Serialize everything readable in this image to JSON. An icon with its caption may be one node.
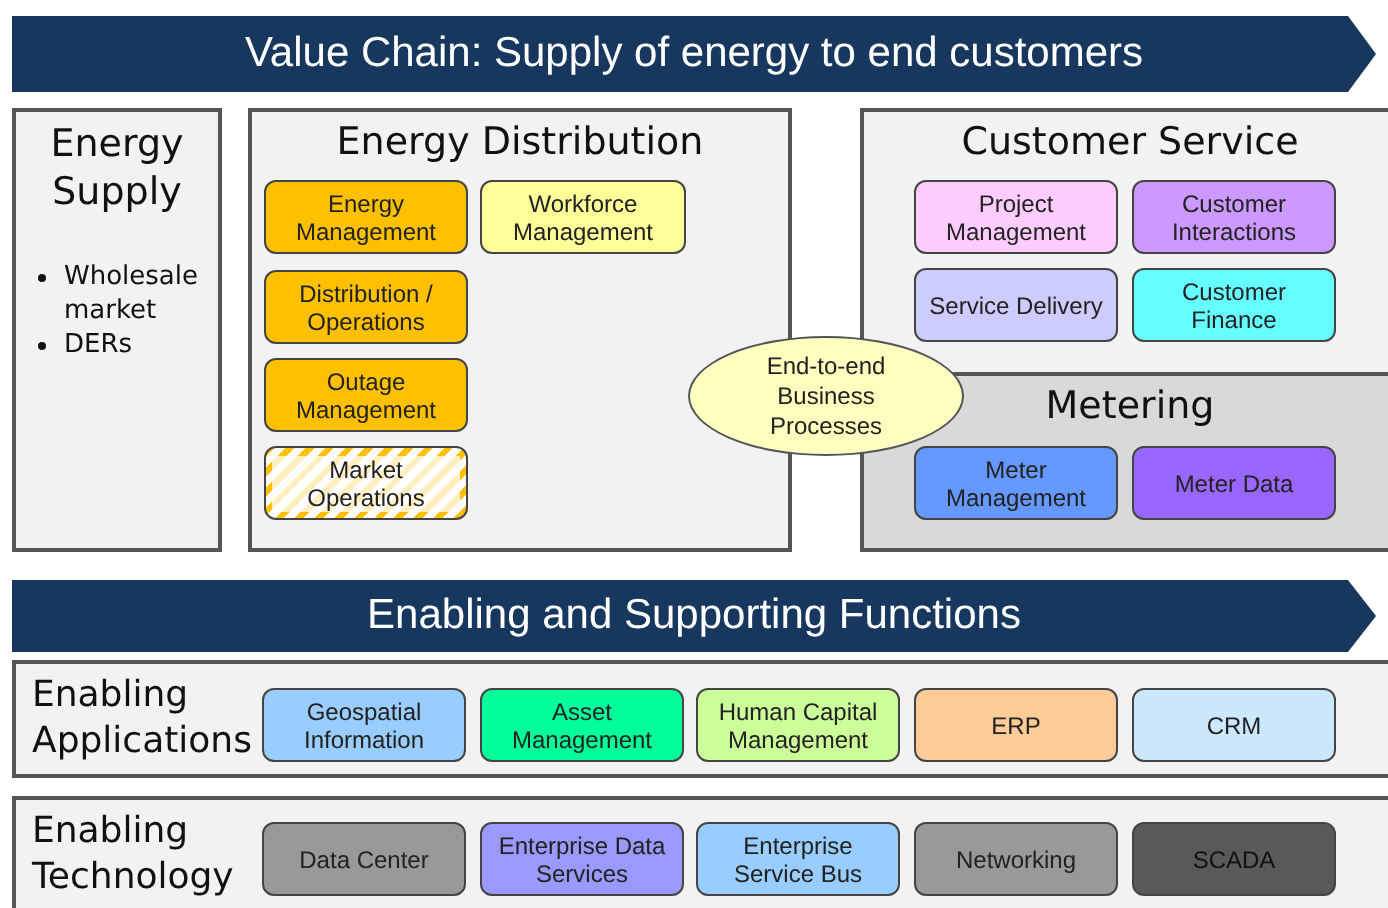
{
  "diagram": {
    "title": "Value Chain: Supply of energy to end customers",
    "nodes": [
      {
        "text": [
          "Energy Supply",
          "Wholesale market",
          "DERs"
        ]
      },
      {
        "text": [
          "Energy Distribution"
        ]
      },
      {
        "text": [
          "Energy Management"
        ],
        "in": 1
      },
      {
        "text": [
          "Workforce Management"
        ],
        "in": 1
      },
      {
        "text": [
          "Distribution / Operations"
        ],
        "in": 1
      },
      {
        "text": [
          "Outage Management"
        ],
        "in": 1
      },
      {
        "text": [
          "Market Operations"
        ],
        "in": 1
      },
      {
        "text": [
          "Customer Service"
        ]
      },
      {
        "text": [
          "Project Management"
        ],
        "in": 7
      },
      {
        "text": [
          "Customer Interactions"
        ],
        "in": 7
      },
      {
        "text": [
          "Service Delivery"
        ],
        "in": 7
      },
      {
        "text": [
          "Customer Finance"
        ],
        "in": 7
      },
      {
        "text": [
          "Metering"
        ]
      },
      {
        "text": [
          "Meter Management"
        ],
        "in": 12
      },
      {
        "text": [
          "Meter Data"
        ],
        "in": 12
      },
      {
        "text": [
          "End-to-end Business Processes"
        ]
      },
      {
        "text": [
          "Enabling and Supporting Functions"
        ]
      },
      {
        "text": [
          "Enabling Applications"
        ]
      },
      {
        "text": [
          "Geospatial Information"
        ],
        "in": 17
      },
      {
        "text": [
          "Asset Management"
        ],
        "in": 17
      },
      {
        "text": [
          "Human Capital Management"
        ],
        "in": 17
      },
      {
        "text": [
          "ERP"
        ],
        "in": 17
      },
      {
        "text": [
          "CRM"
        ],
        "in": 17
      },
      {
        "text": [
          "Enabling Technology"
        ]
      },
      {
        "text": [
          "Data Center"
        ],
        "in": 23
      },
      {
        "text": [
          "Enterprise Data Services"
        ],
        "in": 23
      },
      {
        "text": [
          "Enterprise Service Bus"
        ],
        "in": 23
      },
      {
        "text": [
          "Networking"
        ],
        "in": 23
      },
      {
        "text": [
          "SCADA"
        ],
        "in": 23
      }
    ],
    "edges": []
  }
}
